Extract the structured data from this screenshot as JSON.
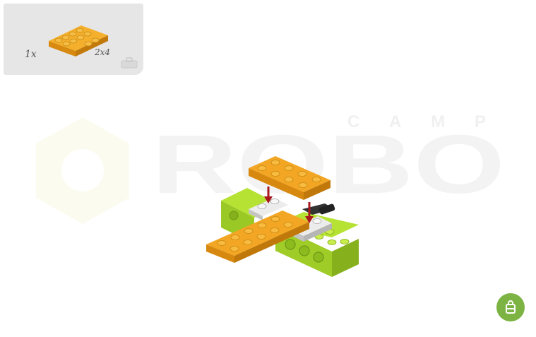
{
  "parts_panel": {
    "quantity": "1x",
    "brick_size": "2x4",
    "brick_color": "#f0a31a"
  },
  "watermark": {
    "brand": "ROBO",
    "subtitle": "CAMP"
  },
  "colors": {
    "accent_green": "#7cb342",
    "plate_orange": "#f0a31a",
    "brick_lime": "#a5d62a",
    "plate_gray": "#d5d5d5",
    "arrow_red": "#a8181c",
    "panel_bg": "#e6e6e6"
  },
  "icons": {
    "panel_corner": "briefcase-icon",
    "bag_button": "bag-icon"
  }
}
